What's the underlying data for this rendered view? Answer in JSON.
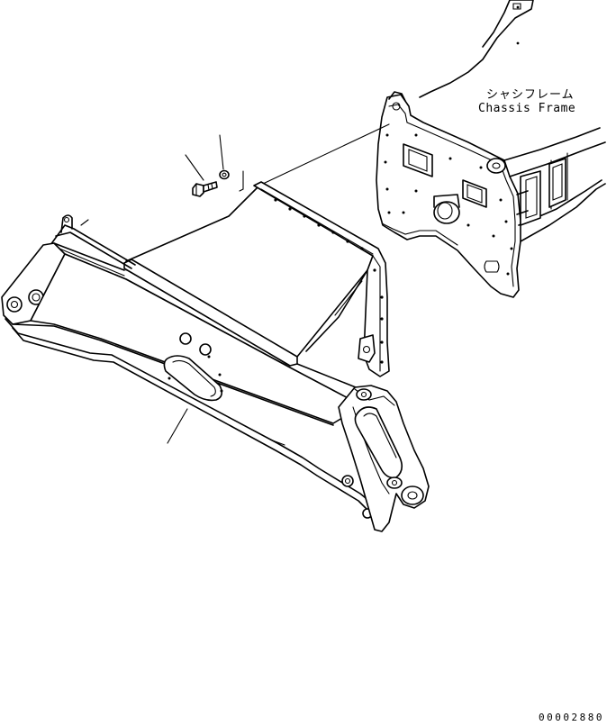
{
  "labels": {
    "chassis_frame_jp": "シャシフレーム",
    "chassis_frame_en": "Chassis Frame"
  },
  "drawing_number": "00002880"
}
